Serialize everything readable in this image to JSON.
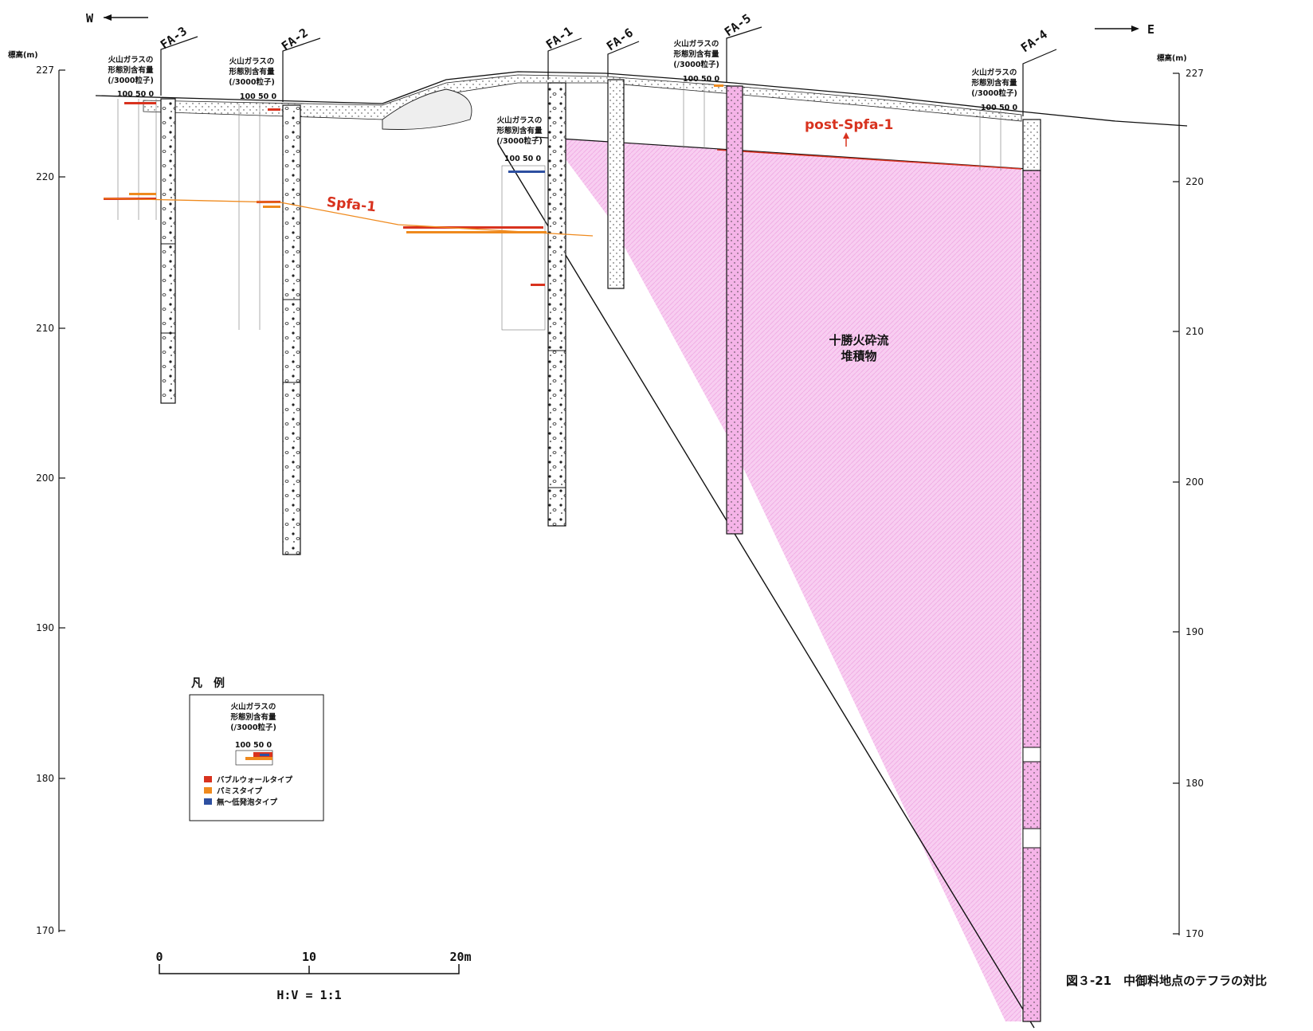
{
  "figure": {
    "caption": "図３‑21　中御料地点のテフラの対比",
    "direction_west": "W",
    "direction_east": "E",
    "elev_axis_label": "標高(m)",
    "elev_ticks": [
      "227",
      "220",
      "210",
      "200",
      "190",
      "180",
      "170"
    ],
    "glass_label_lines": [
      "火山ガラスの",
      "形態別含有量",
      "(/3000粒子)"
    ],
    "glass_scale": "100  50   0",
    "boreholes": [
      "FA-3",
      "FA-2",
      "FA-1",
      "FA-6",
      "FA-5",
      "FA-4"
    ],
    "tephra_spfa1": "Spfa-1",
    "tephra_post_spfa1": "post-Spfa-1",
    "deposit_label_line1": "十勝火砕流",
    "deposit_label_line2": "堆積物",
    "legend": {
      "title": "凡　例",
      "items": [
        {
          "label": "バブルウォールタイプ",
          "color": "#d8321e"
        },
        {
          "label": "パミスタイプ",
          "color": "#ef8a1e"
        },
        {
          "label": "無～低発泡タイプ",
          "color": "#2d4fa0"
        }
      ]
    },
    "scale_bar": {
      "ticks": [
        "0",
        "10",
        "20m"
      ],
      "ratio": "H:V = 1:1"
    },
    "colors": {
      "deposit": "#f4a6e4",
      "bubble": "#d8321e",
      "pumice": "#ef8a1e",
      "low": "#2d4fa0"
    }
  }
}
